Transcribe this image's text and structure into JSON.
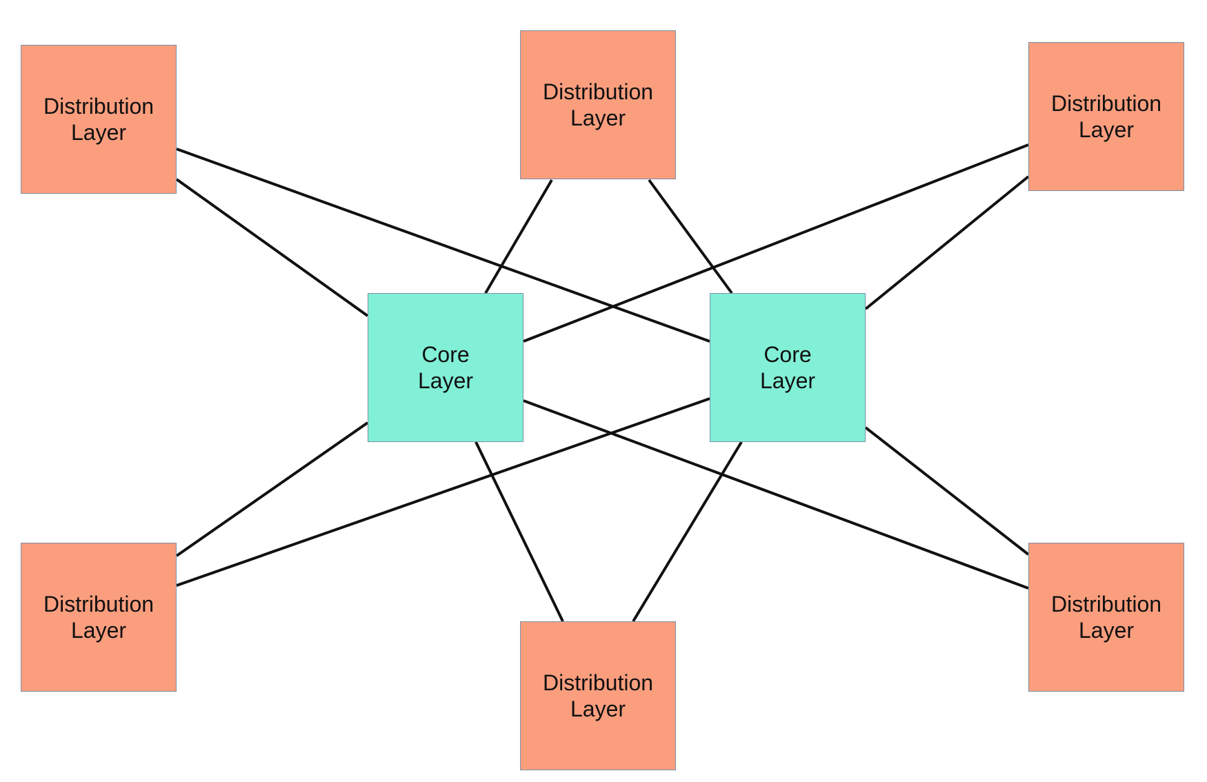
{
  "diagram": {
    "colors": {
      "distribution_fill": "#fa9e7e",
      "core_fill": "#81f0d6",
      "node_border": "#7a8fa6",
      "link": "#111111"
    },
    "nodes": {
      "dist_top_left": {
        "line1": "Distribution",
        "line2": "Layer"
      },
      "dist_top_center": {
        "line1": "Distribution",
        "line2": "Layer"
      },
      "dist_top_right": {
        "line1": "Distribution",
        "line2": "Layer"
      },
      "dist_bottom_left": {
        "line1": "Distribution",
        "line2": "Layer"
      },
      "dist_bottom_center": {
        "line1": "Distribution",
        "line2": "Layer"
      },
      "dist_bottom_right": {
        "line1": "Distribution",
        "line2": "Layer"
      },
      "core_left": {
        "line1": "Core",
        "line2": "Layer"
      },
      "core_right": {
        "line1": "Core",
        "line2": "Layer"
      }
    },
    "links": [
      {
        "from": "dist_top_left",
        "to": "core_left"
      },
      {
        "from": "dist_top_left",
        "to": "core_right"
      },
      {
        "from": "dist_top_center",
        "to": "core_left"
      },
      {
        "from": "dist_top_center",
        "to": "core_right"
      },
      {
        "from": "dist_top_right",
        "to": "core_left"
      },
      {
        "from": "dist_top_right",
        "to": "core_right"
      },
      {
        "from": "dist_bottom_left",
        "to": "core_left"
      },
      {
        "from": "dist_bottom_left",
        "to": "core_right"
      },
      {
        "from": "dist_bottom_center",
        "to": "core_left"
      },
      {
        "from": "dist_bottom_center",
        "to": "core_right"
      },
      {
        "from": "dist_bottom_right",
        "to": "core_left"
      },
      {
        "from": "dist_bottom_right",
        "to": "core_right"
      }
    ]
  }
}
